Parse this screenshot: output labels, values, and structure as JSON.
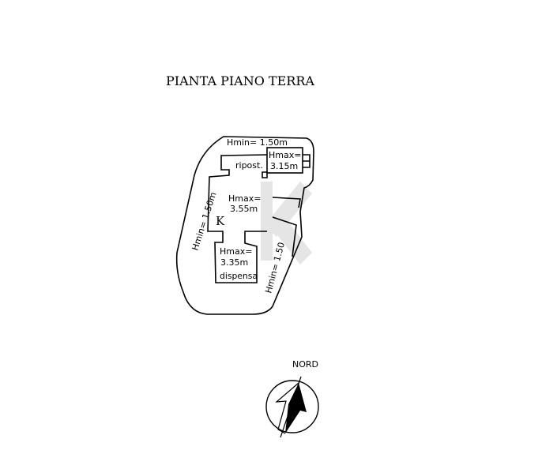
{
  "title": "PIANTA PIANO TERRA",
  "labels": {
    "hmin_top": "Hmin=  1.50m",
    "hmin_left": "Hmin=  1.50m",
    "hmin_right": "Hmin=  1.50",
    "ripost": "ripost.",
    "ripost_hmax_1": "Hmax=",
    "ripost_hmax_2": "3.15m",
    "k_hmax_1": "Hmax=",
    "k_hmax_2": "3.55m",
    "k_room": "K",
    "disp_hmax_1": "Hmax=",
    "disp_hmax_2": "3.35m",
    "dispensa": "dispensa"
  },
  "north": {
    "label": "NORD"
  }
}
